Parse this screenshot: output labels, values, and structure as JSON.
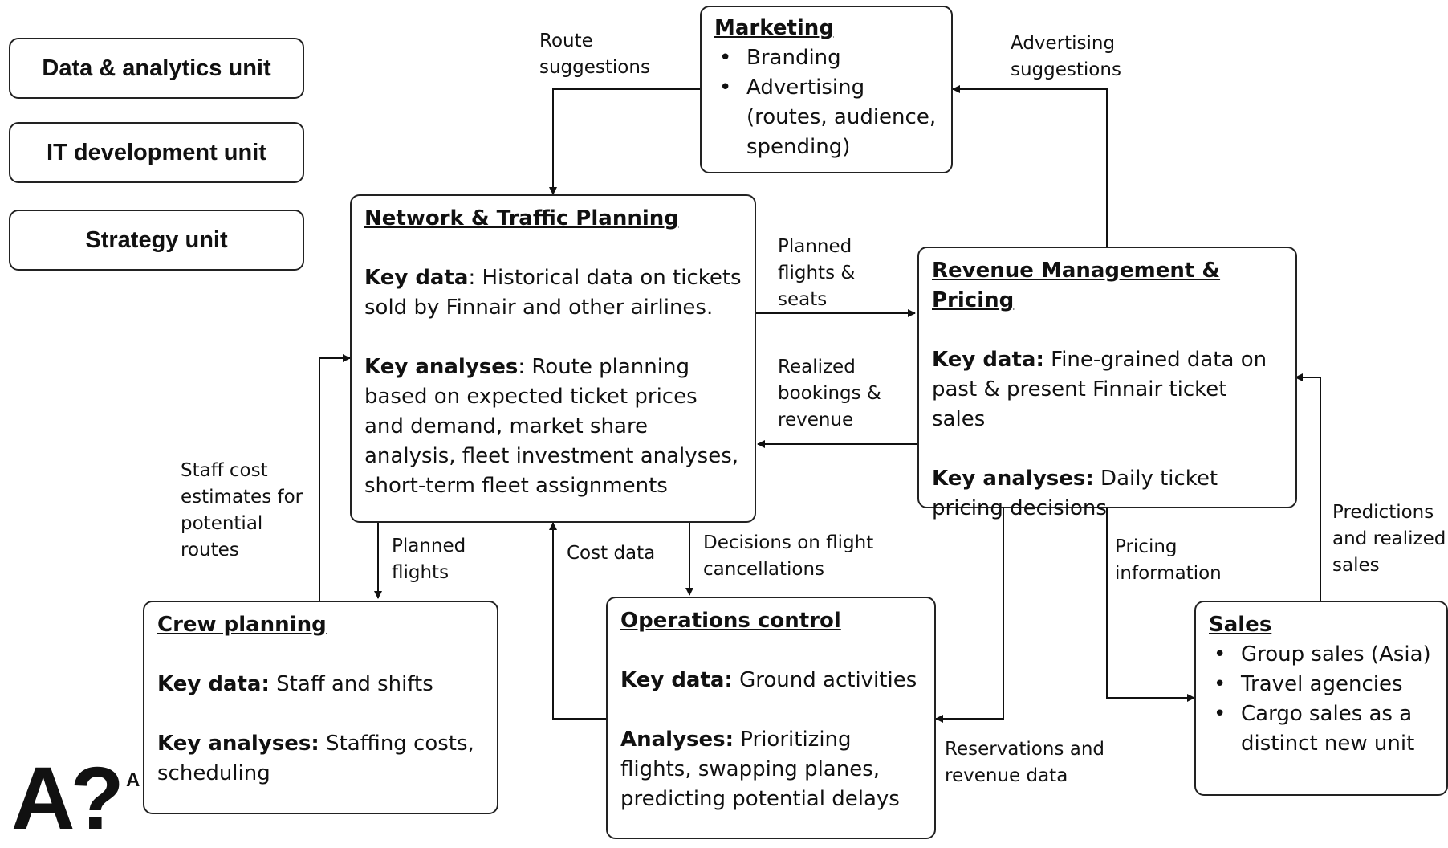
{
  "units": [
    {
      "label": "Data & analytics unit"
    },
    {
      "label": "IT development unit"
    },
    {
      "label": "Strategy unit"
    }
  ],
  "nodes": {
    "marketing": {
      "title": "Marketing",
      "items": [
        "Branding",
        "Advertising (routes, audience, spending)"
      ]
    },
    "network": {
      "title": "Network & Traffic Planning",
      "key_data_label": "Key data",
      "key_data_text": ": Historical data on tickets sold by Finnair and other airlines.",
      "key_analyses_label": "Key analyses",
      "key_analyses_text": ": Route planning based on expected ticket prices and demand, market share analysis, fleet investment analyses, short-term fleet assignments"
    },
    "revenue": {
      "title": "Revenue Management & Pricing",
      "key_data_label": "Key data:",
      "key_data_text": " Fine-grained data on past & present Finnair ticket sales",
      "key_analyses_label": "Key analyses:",
      "key_analyses_text": " Daily ticket pricing decisions"
    },
    "crew": {
      "title": "Crew planning",
      "key_data_label": "Key data:",
      "key_data_text": " Staff and shifts",
      "key_analyses_label": "Key analyses:",
      "key_analyses_text": " Staffing costs, scheduling"
    },
    "operations": {
      "title": "Operations control",
      "key_data_label": "Key data:",
      "key_data_text": " Ground activities",
      "analyses_label": "Analyses:",
      "analyses_text": " Prioritizing flights, swapping planes, predicting potential delays"
    },
    "sales": {
      "title": "Sales",
      "items": [
        "Group sales (Asia)",
        "Travel agencies",
        "Cargo sales as a distinct new unit"
      ]
    }
  },
  "edge_labels": {
    "route_suggestions": "Route\nsuggestions",
    "advertising_suggestions": "Advertising\nsuggestions",
    "planned_flights_seats": "Planned\nflights &\nseats",
    "realized_bookings": "Realized\nbookings &\nrevenue",
    "staff_cost": "Staff cost\nestimates for\npotential\nroutes",
    "planned_flights": "Planned\nflights",
    "cost_data": "Cost data",
    "decisions_cancellations": "Decisions on flight\ncancellations",
    "pricing_information": "Pricing\ninformation",
    "predictions_sales": "Predictions\nand realized\nsales",
    "reservations_revenue": "Reservations and\nrevenue data"
  },
  "logo": {
    "mark": "A?",
    "suffix": "A"
  }
}
